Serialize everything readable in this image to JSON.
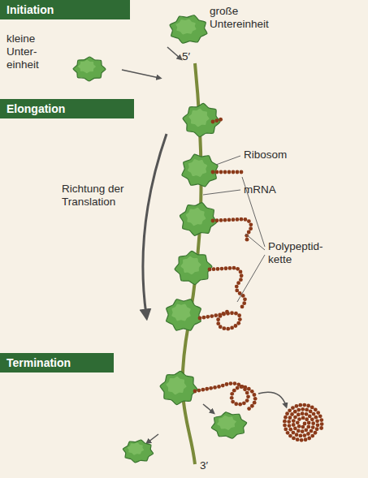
{
  "diagram": {
    "nodes": [
      {
        "text": [
          "Initiation"
        ]
      },
      {
        "text": [
          "Elongation"
        ]
      },
      {
        "text": [
          "Termination"
        ]
      }
    ],
    "labels": [
      "kleine Unter- einheit",
      "große Untereinheit",
      "5′",
      "Ribosom",
      "mRNA",
      "Richtung der Translation",
      "Polypeptid- kette",
      "3′"
    ]
  }
}
